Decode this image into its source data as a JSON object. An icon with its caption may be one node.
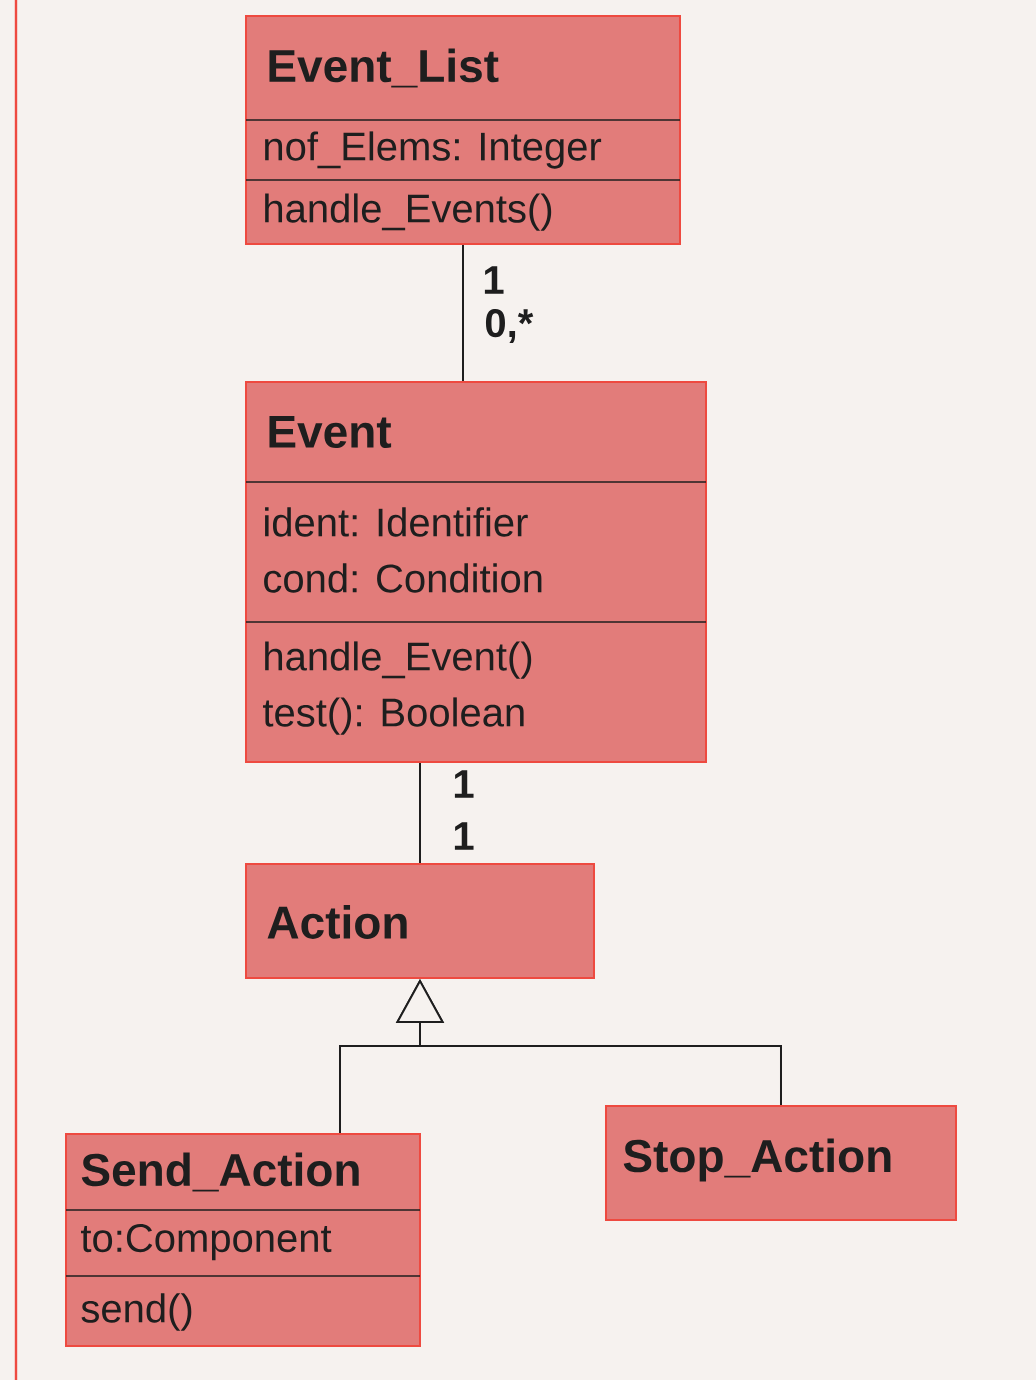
{
  "diagram": {
    "nodes": [
      {
        "text": [
          "Event_List",
          "nof_Elems: Integer",
          "handle_Events()"
        ]
      },
      {
        "text": [
          "Event",
          "ident: Identifier",
          "cond: Condition",
          "handle_Event()",
          "test(): Boolean"
        ]
      },
      {
        "text": [
          "Action"
        ]
      },
      {
        "text": [
          "Send_Action",
          "to:Component",
          "send()"
        ]
      },
      {
        "text": [
          "Stop_Action"
        ]
      }
    ],
    "edges": [
      {
        "from": 0,
        "to": 1,
        "arrow": "none"
      },
      {
        "from": 1,
        "to": 2,
        "arrow": "none"
      },
      {
        "from": 3,
        "to": 2,
        "arrow": "to"
      },
      {
        "from": 4,
        "to": 2,
        "arrow": "to"
      }
    ],
    "labels": [
      "1",
      "0,*",
      "1",
      "1"
    ]
  }
}
